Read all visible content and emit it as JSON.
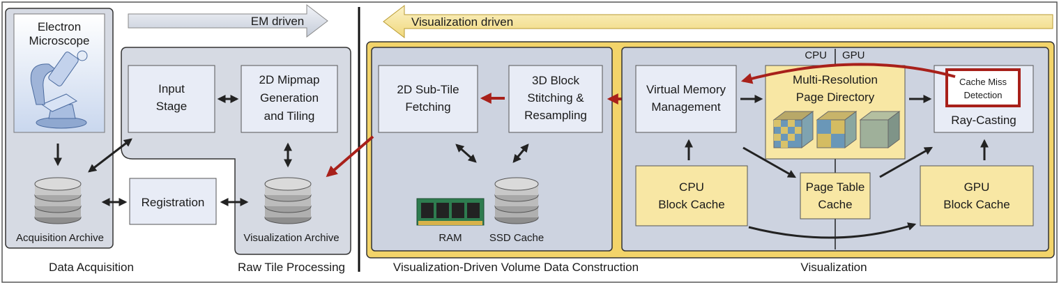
{
  "arrows": {
    "em_driven": "EM driven",
    "visualization_driven": "Visualization driven"
  },
  "acquisition": {
    "microscope": [
      "Electron",
      "Microscope"
    ],
    "archive": "Acquisition Archive",
    "section": "Data Acquisition"
  },
  "raw_tile": {
    "input_stage": [
      "Input",
      "Stage"
    ],
    "mipmap": [
      "2D Mipmap",
      "Generation",
      "and Tiling"
    ],
    "registration": "Registration",
    "archive": "Visualization Archive",
    "section": "Raw Tile Processing"
  },
  "construction": {
    "subtile": [
      "2D Sub-Tile",
      "Fetching"
    ],
    "stitching": [
      "3D Block",
      "Stitching &",
      "Resampling"
    ],
    "ram": "RAM",
    "ssd": "SSD Cache",
    "section": "Visualization-Driven Volume Data Construction"
  },
  "visualization": {
    "cpu": "CPU",
    "gpu": "GPU",
    "vmm": [
      "Virtual Memory",
      "Management"
    ],
    "page_directory": [
      "Multi-Resolution",
      "Page Directory"
    ],
    "cache_miss": [
      "Cache Miss",
      "Detection"
    ],
    "ray_casting": "Ray-Casting",
    "cpu_cache": [
      "CPU",
      "Block Cache"
    ],
    "page_table": [
      "Page Table",
      "Cache"
    ],
    "gpu_cache": [
      "GPU",
      "Block Cache"
    ],
    "section": "Visualization"
  },
  "colors": {
    "box_fill": "#e8ecf6",
    "panel_fill": "#cdd3e0",
    "yellow_fill": "#f8e7a4",
    "yellow_panel": "#f3d46a",
    "red_arrow": "#a8201a",
    "dark": "#222222"
  }
}
